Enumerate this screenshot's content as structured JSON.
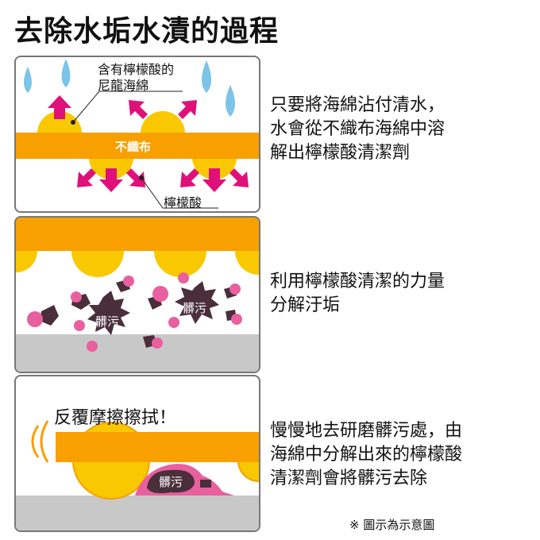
{
  "title": "去除水垢水漬的過程",
  "panels": [
    {
      "labels": {
        "sponge": "含有檸檬酸的\n尼龍海綿",
        "sponge_line1": "含有檸檬酸的",
        "sponge_line2": "尼龍海綿",
        "fabric": "不織布",
        "acid": "檸檬酸"
      },
      "description": [
        "只要將海綿沾付清水，",
        "水會從不織布海綿中溶",
        "解出檸檬酸清潔劑"
      ]
    },
    {
      "labels": {
        "dirt1": "髒污",
        "dirt2": "髒污"
      },
      "description": [
        "利用檸檬酸清潔的力量",
        "分解汙垢"
      ]
    },
    {
      "labels": {
        "scrub": "反覆摩擦擦拭！",
        "dirt": "髒污"
      },
      "description": [
        "慢慢地去研磨髒污處，由",
        "海綿中分解出來的檸檬酸",
        "清潔劑會將髒污去除"
      ]
    }
  ],
  "note": "※ 圖示為示意圖",
  "colors": {
    "orange": "#f7a000",
    "yellow": "#f9c800",
    "pink": "#e0107a",
    "dirt": "#4a2f3a",
    "water": "#7cc4e8",
    "gray": "#c8c8c8"
  }
}
